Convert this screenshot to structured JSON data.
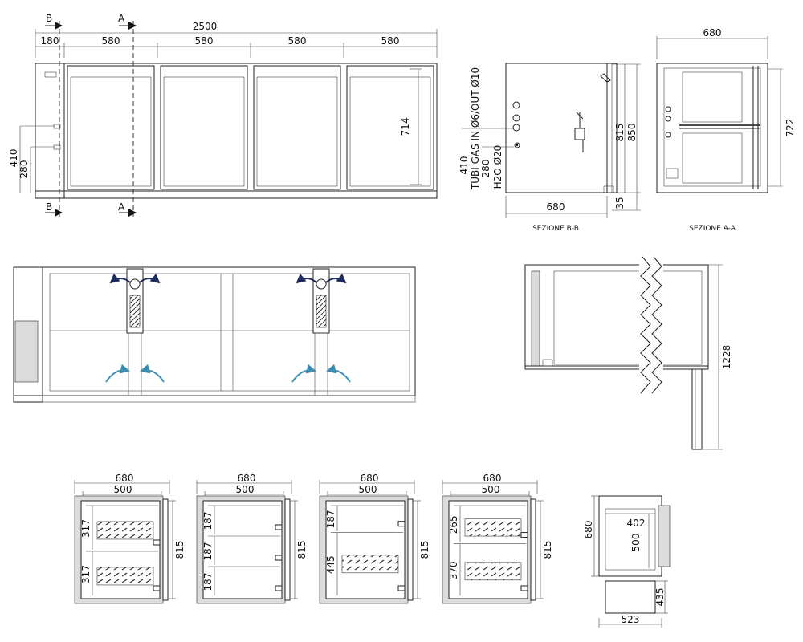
{
  "front_view": {
    "overall_width": "2500",
    "segments": [
      "180",
      "580",
      "580",
      "580",
      "580"
    ],
    "door_height": "714",
    "left_height_outer": "410",
    "left_height_inner": "280",
    "section_marks": [
      "B",
      "A",
      "B",
      "A"
    ]
  },
  "section_bb": {
    "width": "680",
    "height_815": "815",
    "height_850": "850",
    "plinth": "35",
    "h410": "410",
    "h280": "280",
    "gas_label": "TUBI GAS IN Ø6/OUT Ø10",
    "water_label": "H2O Ø20",
    "caption": "SEZIONE B-B"
  },
  "section_aa": {
    "width": "680",
    "height": "722",
    "caption": "SEZIONE A-A"
  },
  "side_view": {
    "length": "1228"
  },
  "drawer_configs": [
    {
      "outer": "680",
      "inner": "500",
      "height": "815",
      "parts": [
        "317",
        "317"
      ]
    },
    {
      "outer": "680",
      "inner": "500",
      "height": "815",
      "parts": [
        "187",
        "187",
        "187"
      ]
    },
    {
      "outer": "680",
      "inner": "500",
      "height": "815",
      "parts": [
        "187",
        "445"
      ]
    },
    {
      "outer": "680",
      "inner": "500",
      "height": "815",
      "parts": [
        "265",
        "370"
      ]
    }
  ],
  "drawer_detail": {
    "height": "680",
    "d402": "402",
    "d500": "500",
    "d435": "435",
    "d523": "523"
  },
  "colors": {
    "air_out": "#1e2a5e",
    "air_in": "#3b8fb3"
  }
}
